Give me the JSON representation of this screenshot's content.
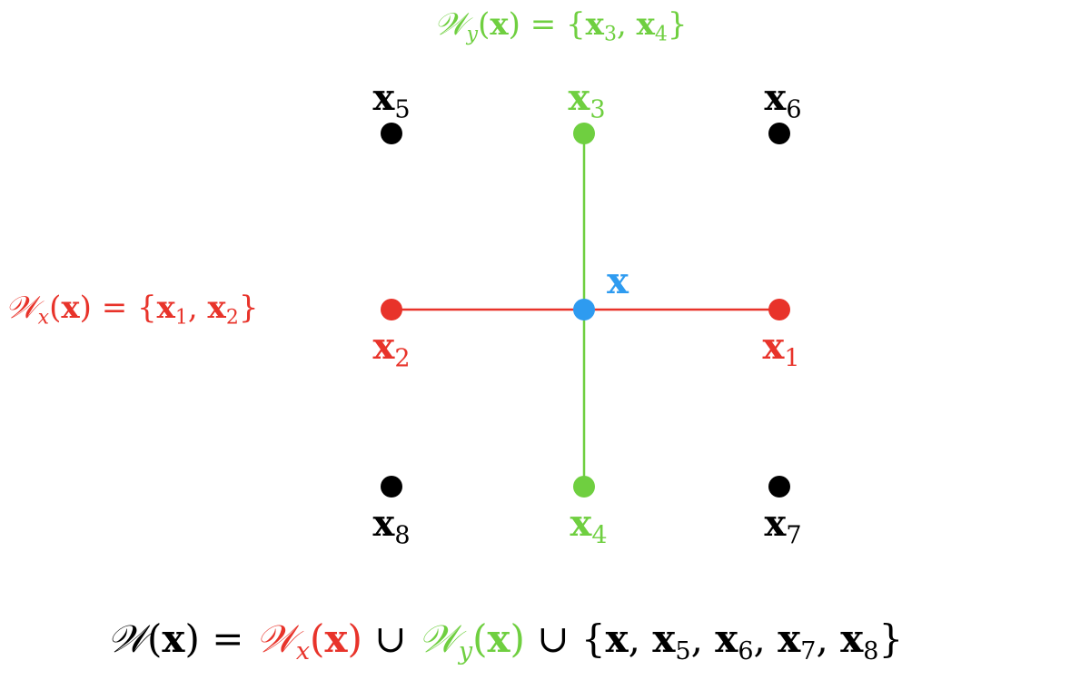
{
  "colors": {
    "center": "#2e9bf0",
    "horizontal": "#e8332a",
    "vertical": "#6fcf40",
    "neutral": "#000000"
  },
  "points": {
    "x": {
      "label": "x",
      "color": "#2e9bf0"
    },
    "x1": {
      "label": "x",
      "sub": "1",
      "color": "#e8332a"
    },
    "x2": {
      "label": "x",
      "sub": "2",
      "color": "#e8332a"
    },
    "x3": {
      "label": "x",
      "sub": "3",
      "color": "#6fcf40"
    },
    "x4": {
      "label": "x",
      "sub": "4",
      "color": "#6fcf40"
    },
    "x5": {
      "label": "x",
      "sub": "5",
      "color": "#000000"
    },
    "x6": {
      "label": "x",
      "sub": "6",
      "color": "#000000"
    },
    "x7": {
      "label": "x",
      "sub": "7",
      "color": "#000000"
    },
    "x8": {
      "label": "x",
      "sub": "8",
      "color": "#000000"
    }
  },
  "sets": {
    "wy": {
      "symbol": "𝒲",
      "sub": "y",
      "arg": "x",
      "eq": "=",
      "open": "{",
      "m1": "x",
      "m1sub": "3",
      "comma": ",",
      "m2": "x",
      "m2sub": "4",
      "close": "}"
    },
    "wx": {
      "symbol": "𝒲",
      "sub": "x",
      "arg": "x",
      "eq": "=",
      "open": "{",
      "m1": "x",
      "m1sub": "1",
      "comma": ",",
      "m2": "x",
      "m2sub": "2",
      "close": "}"
    }
  },
  "formula": {
    "lhs_symbol": "𝒲",
    "lhs_arg": "x",
    "eq": "=",
    "wx_symbol": "𝒲",
    "wx_sub": "x",
    "wx_arg": "x",
    "union": "∪",
    "wy_symbol": "𝒲",
    "wy_sub": "y",
    "wy_arg": "x",
    "open": "{",
    "members": [
      {
        "var": "x",
        "sub": ""
      },
      {
        "var": "x",
        "sub": "5"
      },
      {
        "var": "x",
        "sub": "6"
      },
      {
        "var": "x",
        "sub": "7"
      },
      {
        "var": "x",
        "sub": "8"
      }
    ],
    "comma": ",",
    "close": "}"
  }
}
